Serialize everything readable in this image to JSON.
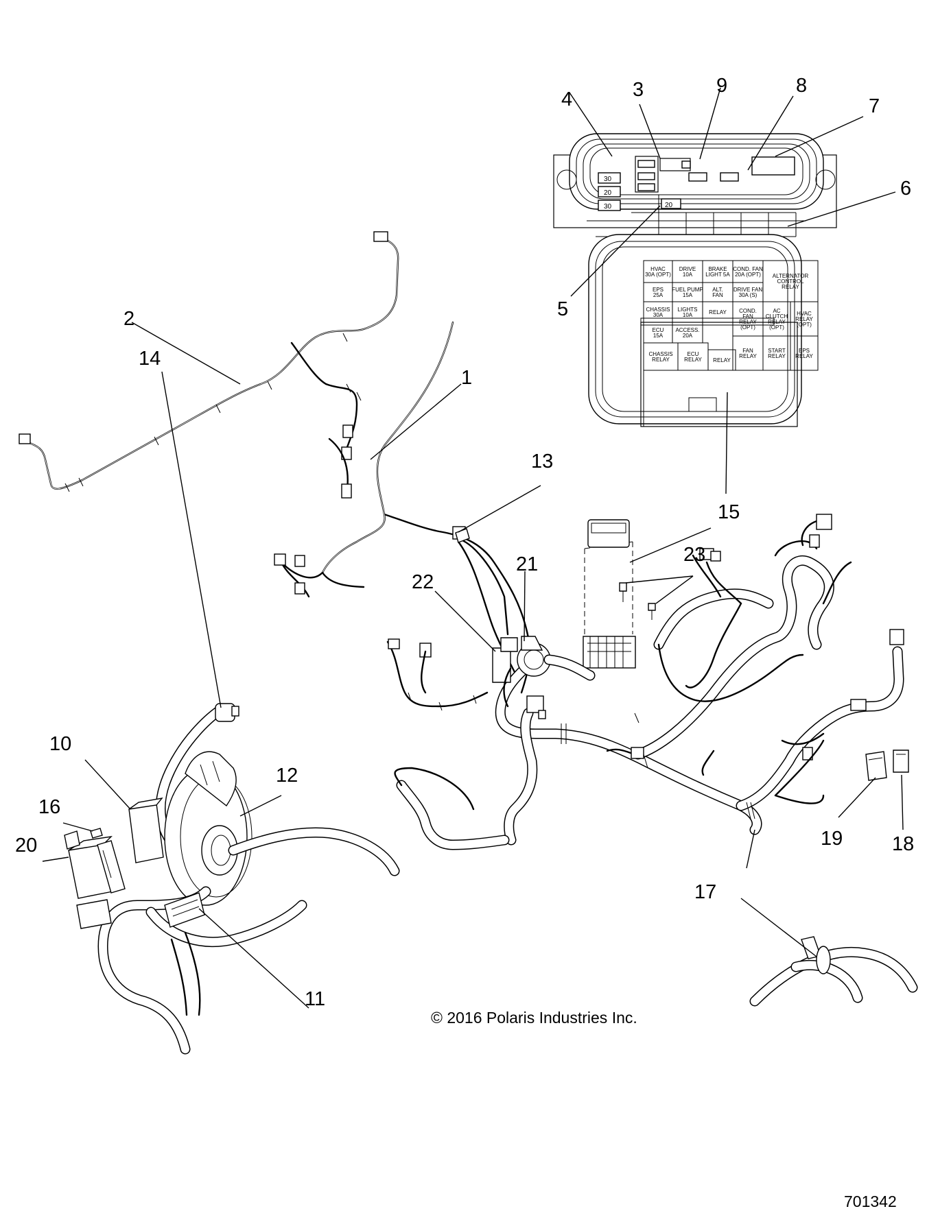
{
  "callouts": [
    {
      "id": "1",
      "label": "1"
    },
    {
      "id": "2",
      "label": "2"
    },
    {
      "id": "3",
      "label": "3"
    },
    {
      "id": "4",
      "label": "4"
    },
    {
      "id": "5",
      "label": "5"
    },
    {
      "id": "6",
      "label": "6"
    },
    {
      "id": "7",
      "label": "7"
    },
    {
      "id": "8",
      "label": "8"
    },
    {
      "id": "9",
      "label": "9"
    },
    {
      "id": "10",
      "label": "10"
    },
    {
      "id": "11",
      "label": "11"
    },
    {
      "id": "12",
      "label": "12"
    },
    {
      "id": "13",
      "label": "13"
    },
    {
      "id": "14",
      "label": "14"
    },
    {
      "id": "15a",
      "label": "15"
    },
    {
      "id": "15b",
      "label": "15"
    },
    {
      "id": "16",
      "label": "16"
    },
    {
      "id": "17",
      "label": "17"
    },
    {
      "id": "18",
      "label": "18"
    },
    {
      "id": "19",
      "label": "19"
    },
    {
      "id": "20",
      "label": "20"
    },
    {
      "id": "21",
      "label": "21"
    },
    {
      "id": "22",
      "label": "22"
    },
    {
      "id": "23",
      "label": "23"
    }
  ],
  "fuse_box": {
    "fuse_ratings": [
      "30",
      "20",
      "30",
      "20"
    ],
    "relay_cells": [
      {
        "id": "c1",
        "text": [
          "HVAC",
          "30A (OPT)"
        ]
      },
      {
        "id": "c2",
        "text": [
          "DRIVE",
          "10A"
        ]
      },
      {
        "id": "c3",
        "text": [
          "BRAKE",
          "LIGHT 5A"
        ]
      },
      {
        "id": "c4",
        "text": [
          "COND. FAN",
          "20A (OPT)"
        ]
      },
      {
        "id": "c5",
        "text": [
          "ALTERNATOR",
          "CONTROL",
          "RELAY"
        ]
      },
      {
        "id": "c6",
        "text": [
          "EPS",
          "25A"
        ]
      },
      {
        "id": "c7",
        "text": [
          "FUEL PUMP",
          "15A"
        ]
      },
      {
        "id": "c8",
        "text": [
          "ALT.",
          "FAN"
        ]
      },
      {
        "id": "c9",
        "text": [
          "DRIVE FAN",
          "30A (S)"
        ]
      },
      {
        "id": "c10",
        "text": [
          "CHASSIS",
          "30A"
        ]
      },
      {
        "id": "c11",
        "text": [
          "LIGHTS",
          "10A"
        ]
      },
      {
        "id": "c12",
        "text": [
          "RELAY"
        ]
      },
      {
        "id": "c13",
        "text": [
          "COND.",
          "FAN",
          "RELAY",
          "(OPT)"
        ]
      },
      {
        "id": "c14",
        "text": [
          "AC",
          "CLUTCH",
          "RELAY",
          "(OPT)"
        ]
      },
      {
        "id": "c15",
        "text": [
          "HVAC",
          "RELAY",
          "(OPT)"
        ]
      },
      {
        "id": "c16",
        "text": [
          "ECU",
          "15A"
        ]
      },
      {
        "id": "c17",
        "text": [
          "ACCESS.",
          "20A"
        ]
      },
      {
        "id": "c18",
        "text": [
          "CHASSIS",
          "RELAY"
        ]
      },
      {
        "id": "c19",
        "text": [
          "ECU",
          "RELAY"
        ]
      },
      {
        "id": "c20",
        "text": [
          "RELAY"
        ]
      },
      {
        "id": "c21",
        "text": [
          "FAN",
          "RELAY"
        ]
      },
      {
        "id": "c22",
        "text": [
          "START",
          "RELAY"
        ]
      },
      {
        "id": "c23",
        "text": [
          "EPS",
          "RELAY"
        ]
      }
    ]
  },
  "copyright": "© 2016 Polaris Industries Inc.",
  "drawing_number": "701342"
}
